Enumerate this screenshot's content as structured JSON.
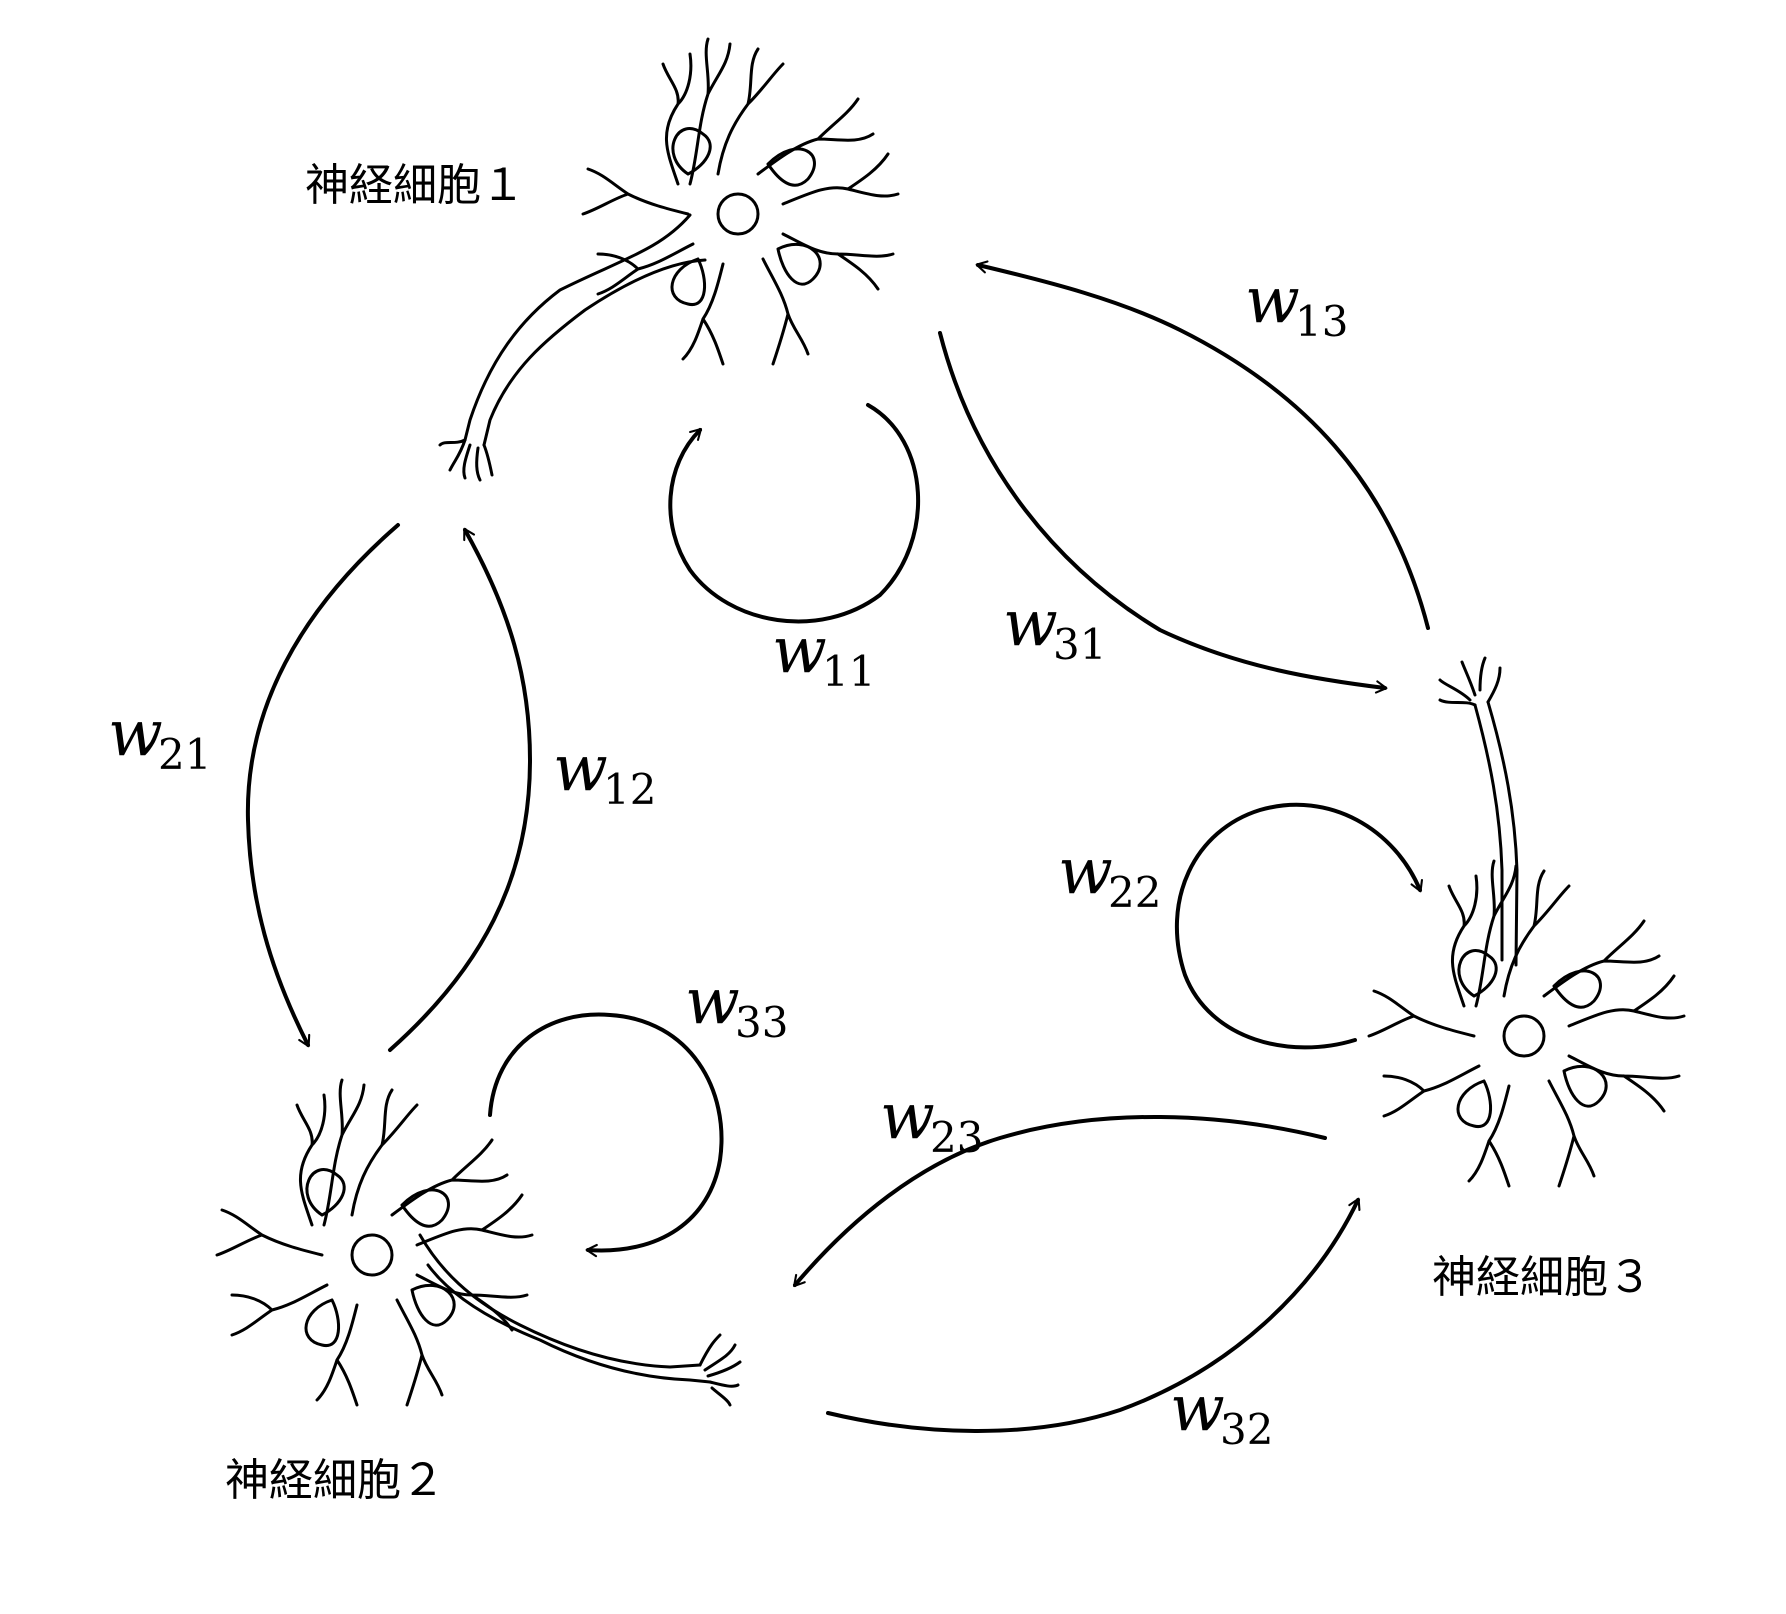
{
  "neurons": [
    {
      "id": 1,
      "label": "神経細胞１"
    },
    {
      "id": 2,
      "label": "神経細胞２"
    },
    {
      "id": 3,
      "label": "神経細胞３"
    }
  ],
  "weights": [
    {
      "symbol": "w",
      "subscript": "11"
    },
    {
      "symbol": "w",
      "subscript": "12"
    },
    {
      "symbol": "w",
      "subscript": "13"
    },
    {
      "symbol": "w",
      "subscript": "21"
    },
    {
      "symbol": "w",
      "subscript": "22"
    },
    {
      "symbol": "w",
      "subscript": "23"
    },
    {
      "symbol": "w",
      "subscript": "31"
    },
    {
      "symbol": "w",
      "subscript": "32"
    },
    {
      "symbol": "w",
      "subscript": "33"
    }
  ],
  "colors": {
    "stroke": "#000000",
    "background": "#ffffff"
  }
}
